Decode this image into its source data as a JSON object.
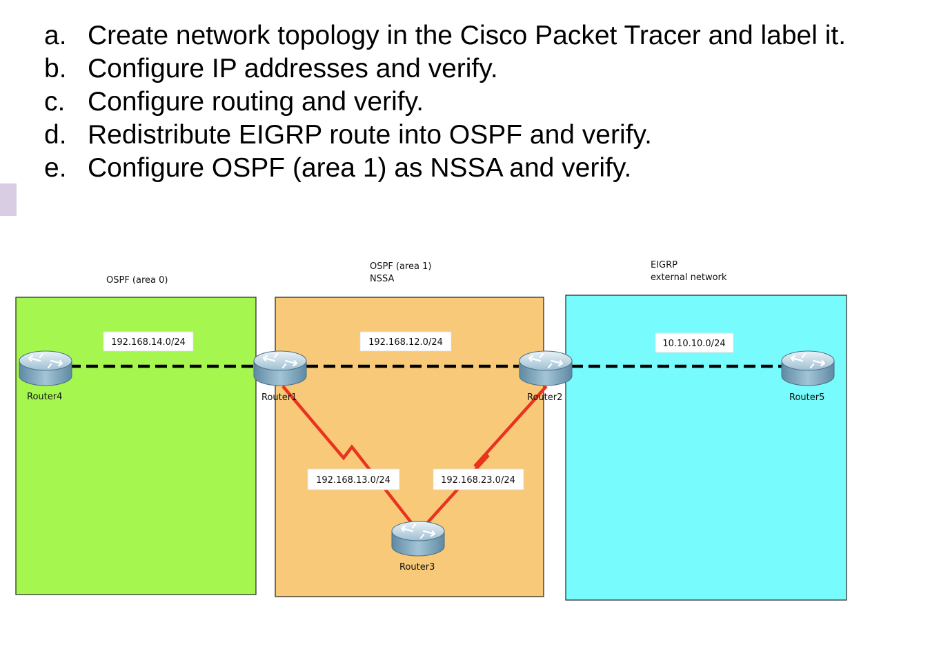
{
  "tasks": [
    {
      "letter": "a.",
      "text": "Create network topology in the Cisco Packet Tracer and label it."
    },
    {
      "letter": "b.",
      "text": "Configure IP addresses and verify."
    },
    {
      "letter": "c.",
      "text": "Configure routing and verify."
    },
    {
      "letter": "d.",
      "text": "Redistribute EIGRP route into OSPF and verify."
    },
    {
      "letter": "e.",
      "text": "Configure OSPF (area 1) as NSSA and verify."
    }
  ],
  "zones": [
    {
      "id": "area0",
      "lines": [
        "OSPF (area 0)"
      ],
      "color": "#a6f650"
    },
    {
      "id": "area1",
      "lines": [
        "OSPF (area 1)",
        "NSSA"
      ],
      "color": "#f7c978"
    },
    {
      "id": "eigrp",
      "lines": [
        "EIGRP",
        "external network"
      ],
      "color": "#78fbfd"
    }
  ],
  "routers": [
    {
      "id": "router4",
      "label": "Router4"
    },
    {
      "id": "router1",
      "label": "Router1"
    },
    {
      "id": "router2",
      "label": "Router2"
    },
    {
      "id": "router5",
      "label": "Router5"
    },
    {
      "id": "router3",
      "label": "Router3"
    }
  ],
  "networks": [
    {
      "id": "net14",
      "label": "192.168.14.0/24",
      "type": "ethernet"
    },
    {
      "id": "net12",
      "label": "192.168.12.0/24",
      "type": "ethernet"
    },
    {
      "id": "net10",
      "label": "10.10.10.0/24",
      "type": "ethernet"
    },
    {
      "id": "net13",
      "label": "192.168.13.0/24",
      "type": "serial"
    },
    {
      "id": "net23",
      "label": "192.168.23.0/24",
      "type": "serial"
    }
  ],
  "colors": {
    "ethernet_link": "#000000",
    "serial_link": "#e8331f",
    "router_body": "#7fa9c0"
  },
  "icons": {
    "router": "router-icon"
  }
}
